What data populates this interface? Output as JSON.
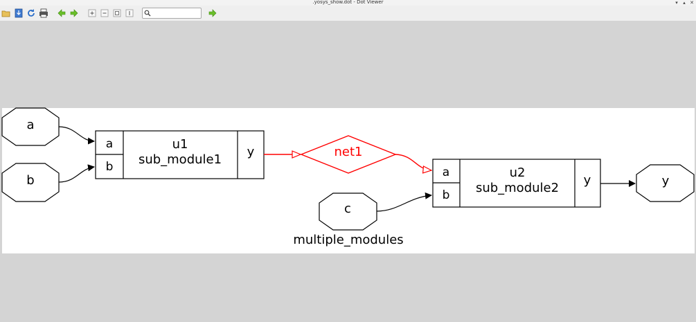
{
  "window": {
    "title": ".yosys_show.dot - Dot Viewer"
  },
  "toolbar": {
    "buttons": [
      {
        "name": "open-icon"
      },
      {
        "name": "export-icon"
      },
      {
        "name": "reload-icon"
      },
      {
        "name": "print-icon"
      },
      {
        "name": "back-icon"
      },
      {
        "name": "forward-icon"
      },
      {
        "name": "zoom-in-icon"
      },
      {
        "name": "zoom-out-icon"
      },
      {
        "name": "zoom-fit-icon"
      },
      {
        "name": "zoom-100-icon"
      },
      {
        "name": "find-next-icon"
      }
    ],
    "search": {
      "value": "",
      "placeholder": ""
    }
  },
  "graph": {
    "caption": "multiple_modules",
    "inputs": [
      "a",
      "b",
      "c"
    ],
    "output": "y",
    "cells": [
      {
        "instance": "u1",
        "module": "sub_module1",
        "in_ports": [
          "a",
          "b"
        ],
        "out_port": "y"
      },
      {
        "instance": "u2",
        "module": "sub_module2",
        "in_ports": [
          "a",
          "b"
        ],
        "out_port": "y"
      }
    ],
    "net": "net1",
    "colors": {
      "default": "#000000",
      "highlight": "#ff0000",
      "background": "#ffffff",
      "window": "#d4d4d4"
    }
  }
}
